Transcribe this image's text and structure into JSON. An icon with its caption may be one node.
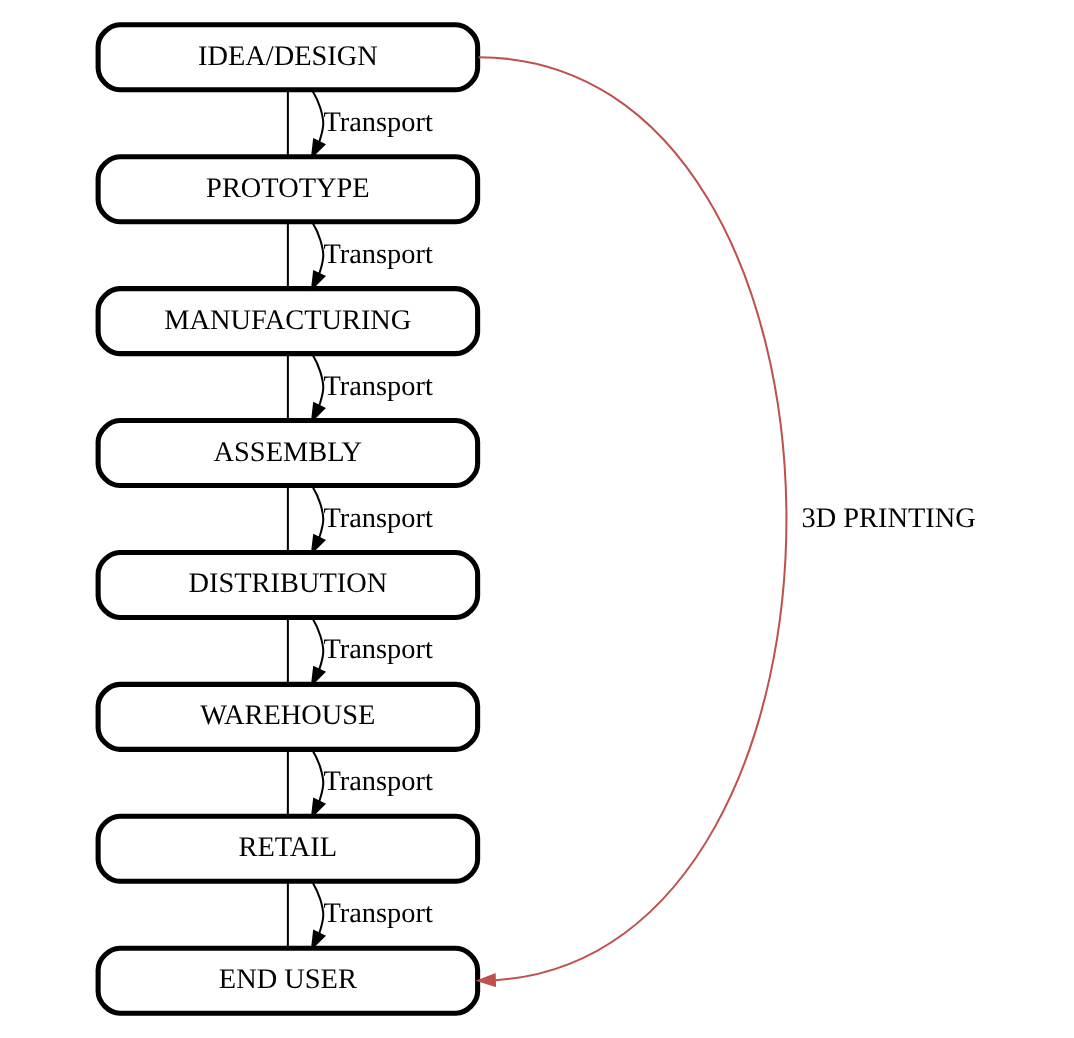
{
  "diagram": {
    "nodes": [
      {
        "text": [
          "IDEA/DESIGN"
        ]
      },
      {
        "text": [
          "PROTOTYPE"
        ]
      },
      {
        "text": [
          "MANUFACTURING"
        ]
      },
      {
        "text": [
          "ASSEMBLY"
        ]
      },
      {
        "text": [
          "DISTRIBUTION"
        ]
      },
      {
        "text": [
          "WAREHOUSE"
        ]
      },
      {
        "text": [
          "RETAIL"
        ]
      },
      {
        "text": [
          "END USER"
        ]
      }
    ],
    "edges": [
      {
        "from": 0,
        "to": 1,
        "arrow": "none"
      },
      {
        "from": 0,
        "to": 1,
        "arrow": "to",
        "label": "Transport"
      },
      {
        "from": 1,
        "to": 2,
        "arrow": "none"
      },
      {
        "from": 1,
        "to": 2,
        "arrow": "to",
        "label": "Transport"
      },
      {
        "from": 2,
        "to": 3,
        "arrow": "none"
      },
      {
        "from": 2,
        "to": 3,
        "arrow": "to",
        "label": "Transport"
      },
      {
        "from": 3,
        "to": 4,
        "arrow": "none"
      },
      {
        "from": 3,
        "to": 4,
        "arrow": "to",
        "label": "Transport"
      },
      {
        "from": 4,
        "to": 5,
        "arrow": "none"
      },
      {
        "from": 4,
        "to": 5,
        "arrow": "to",
        "label": "Transport"
      },
      {
        "from": 5,
        "to": 6,
        "arrow": "none"
      },
      {
        "from": 5,
        "to": 6,
        "arrow": "to",
        "label": "Transport"
      },
      {
        "from": 6,
        "to": 7,
        "arrow": "none"
      },
      {
        "from": 6,
        "to": 7,
        "arrow": "to",
        "label": "Transport"
      },
      {
        "from": 0,
        "to": 7,
        "arrow": "to",
        "label": "3D PRINTING",
        "color": "#c0504d"
      }
    ]
  }
}
